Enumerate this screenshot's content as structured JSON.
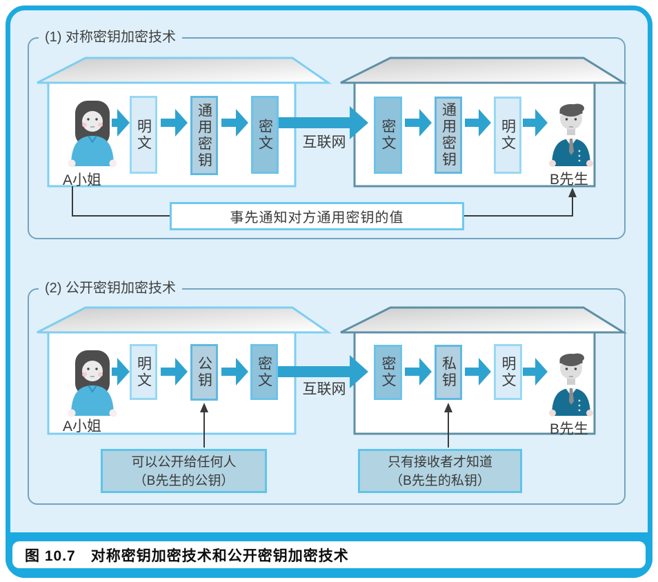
{
  "figure": {
    "caption": "图 10.7　对称密钥加密技术和公开密钥加密技术"
  },
  "sections": [
    {
      "title": "(1) 对称密钥加密技术",
      "sender": "A小姐",
      "receiver": "B先生",
      "internet_label": "互联网",
      "sender_flow": [
        "明文",
        "通用密钥",
        "密文"
      ],
      "receiver_flow": [
        "密文",
        "通用密钥",
        "明文"
      ],
      "notice": "事先通知对方通用密钥的值"
    },
    {
      "title": "(2) 公开密钥加密技术",
      "sender": "A小姐",
      "receiver": "B先生",
      "internet_label": "互联网",
      "sender_flow": [
        "明文",
        "公钥",
        "密文"
      ],
      "receiver_flow": [
        "密文",
        "私钥",
        "明文"
      ],
      "annotations": [
        {
          "line1": "可以公开给任何人",
          "line2": "（B先生的公钥）"
        },
        {
          "line1": "只有接收者才知道",
          "line2": "（B先生的私钥）"
        }
      ]
    }
  ],
  "colors": {
    "frame_cyan": "#1ca9e0",
    "background": "#dff0fa",
    "group_border": "#73a3bf",
    "arrow_blue": "#2fa3cf",
    "plain_fill": "#d9ecf8",
    "key_fill": "#b2d0df",
    "cipher_fill": "#8fc2db",
    "sender_roof_stroke": "#7ecef1",
    "receiver_roof_stroke": "#5e8fa6",
    "connector_dark": "#3a3a3a"
  },
  "icons": {
    "woman": "woman-avatar",
    "man": "man-avatar"
  }
}
